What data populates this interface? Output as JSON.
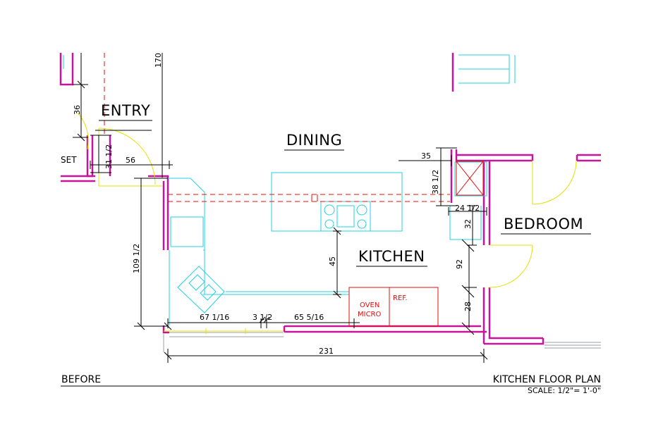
{
  "rooms": {
    "entry": "ENTRY",
    "dining": "DINING",
    "kitchen": "KITCHEN",
    "bedroom": "BEDROOM",
    "closet_partial": "SET"
  },
  "appliances": {
    "oven_line1": "OVEN",
    "oven_line2": "MICRO",
    "ref": "REF."
  },
  "dimensions": {
    "d170": "170",
    "d36": "36",
    "d31_5": "31 1/2",
    "d56": "56",
    "d35": "35",
    "d38_5": "38 1/2",
    "d24_5": "24 1/2",
    "d32": "32",
    "d109_5": "109 1/2",
    "d45": "45",
    "d92": "92",
    "d28": "28",
    "d67": "67 1/16",
    "d3_5": "3 1/2",
    "d65": "65 5/16",
    "d231": "231"
  },
  "footer": {
    "left": "BEFORE",
    "right": "KITCHEN FLOOR PLAN",
    "scale": "SCALE: 1/2\"= 1'-0\""
  },
  "colors": {
    "wall": "#c8149a",
    "fixture": "#22d0e0",
    "door_swing": "#e6e000",
    "new_work": "#e01010",
    "dimension": "#000000"
  }
}
